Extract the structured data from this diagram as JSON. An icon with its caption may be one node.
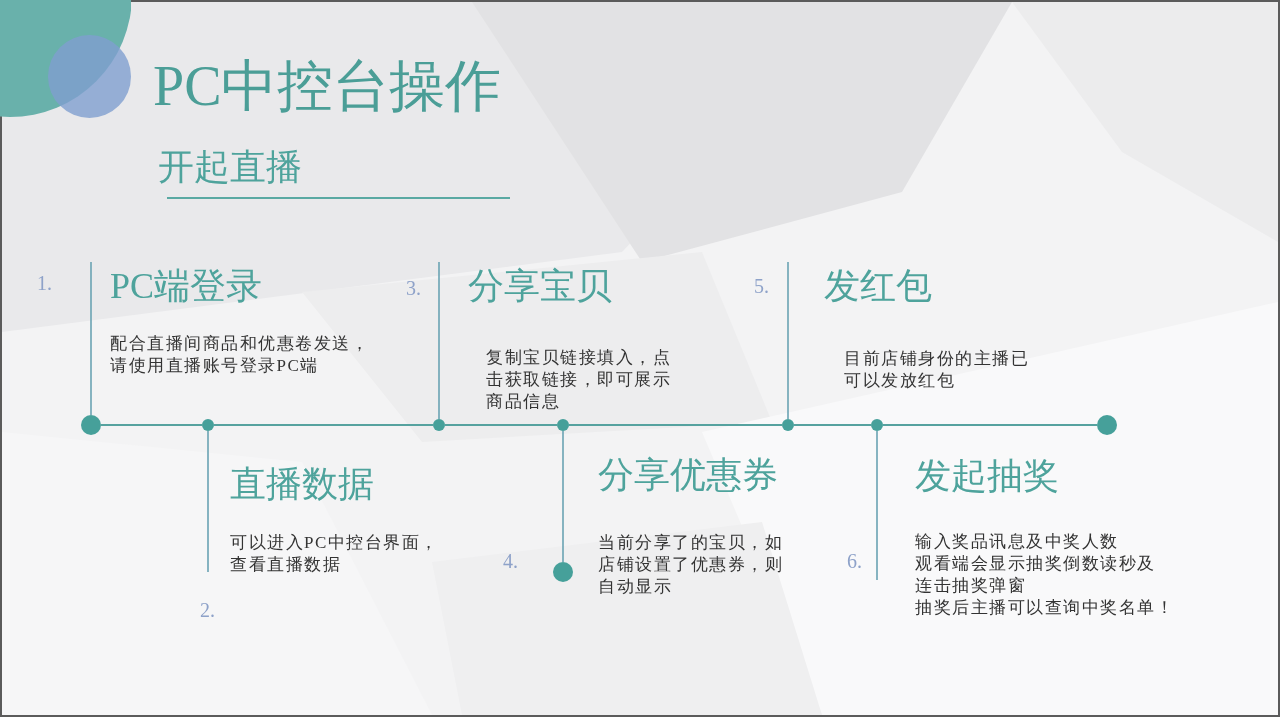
{
  "diagram": {
    "title": "PC中控台操作",
    "nodes": [
      {
        "text": [
          "PC端登录",
          "配合直播间商品和优惠卷发送，请使用直播账号登录PC端"
        ],
        "beside": [
          "1."
        ]
      },
      {
        "text": [
          "分享宝贝",
          "复制宝贝链接填入，点击获取链接，即可展示商品信息"
        ],
        "beside": [
          "3."
        ]
      },
      {
        "text": [
          "发红包",
          "目前店铺身份的主播已可以发放红包"
        ],
        "beside": [
          "5."
        ]
      },
      {
        "text": [],
        "shape": "circle"
      },
      {
        "text": [],
        "shape": "circle"
      },
      {
        "text": [],
        "shape": "circle"
      },
      {
        "text": [],
        "shape": "circle"
      },
      {
        "text": [],
        "shape": "circle"
      },
      {
        "text": [],
        "shape": "circle"
      },
      {
        "text": [],
        "shape": "circle"
      },
      {
        "text": [
          "直播数据",
          "可以进入PC中控台界面，查看直播数据"
        ],
        "beside": [
          "2."
        ]
      },
      {
        "text": [
          "分享优惠券",
          "当前分享了的宝贝，如店铺设置了优惠券，则自动显示"
        ]
      },
      {
        "text": [
          "发起抽奖",
          "输入奖品讯息及中奖人数",
          "观看端会显示抽奖倒数读秒及连击抽奖弹窗",
          "抽奖后主播可以查询中奖名单！"
        ],
        "beside": [
          "6."
        ]
      },
      {
        "text": [],
        "shape": "circle",
        "beside": [
          "4."
        ]
      }
    ],
    "edges": [
      {
        "from": 3,
        "to": 4,
        "arrow": "none"
      },
      {
        "from": 4,
        "to": 5,
        "arrow": "none"
      },
      {
        "from": 5,
        "to": 6,
        "arrow": "none"
      },
      {
        "from": 6,
        "to": 7,
        "arrow": "none"
      },
      {
        "from": 7,
        "to": 8,
        "arrow": "none"
      },
      {
        "from": 8,
        "to": 9,
        "arrow": "none"
      },
      {
        "from": 3,
        "to": 0,
        "arrow": "none"
      },
      {
        "from": 4,
        "to": 10,
        "arrow": "none"
      },
      {
        "from": 5,
        "to": 1,
        "arrow": "none"
      },
      {
        "from": 6,
        "to": 13,
        "arrow": "none"
      },
      {
        "from": 7,
        "to": 2,
        "arrow": "none"
      },
      {
        "from": 8,
        "to": 12,
        "arrow": "none"
      }
    ],
    "labels": [
      "开起直播"
    ]
  }
}
